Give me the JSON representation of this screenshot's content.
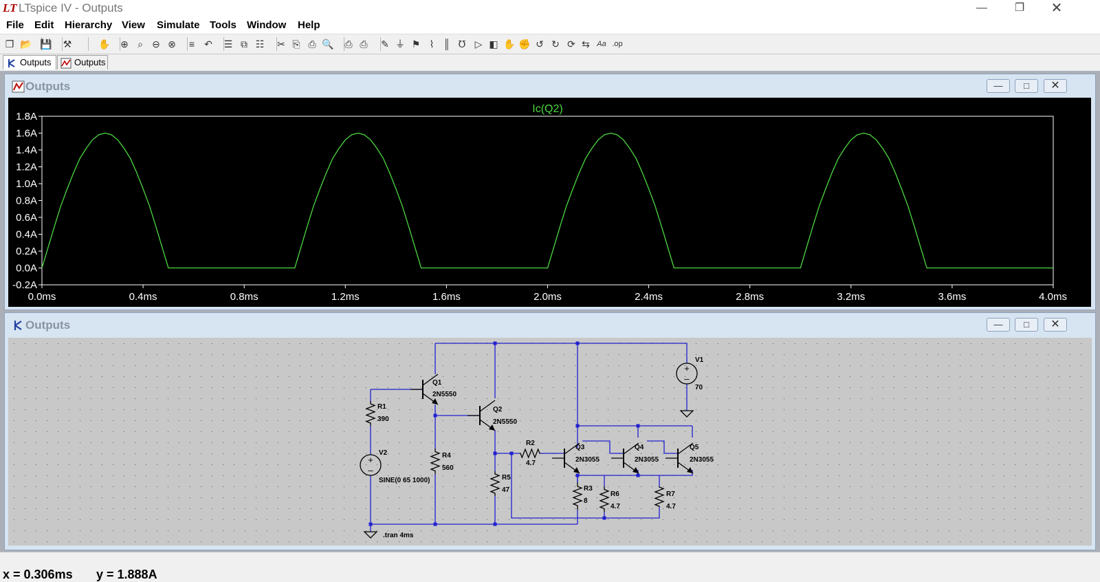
{
  "window": {
    "title": "LTspice IV - Outputs",
    "logo": "LT"
  },
  "menu": [
    "File",
    "Edit",
    "Hierarchy",
    "View",
    "Simulate",
    "Tools",
    "Window",
    "Help"
  ],
  "toolbar_icons": [
    "new-schematic-icon",
    "open-icon",
    "save-icon",
    "control-panel-icon",
    "pan-icon",
    "zoom-in-icon",
    "zoom-area-icon",
    "zoom-out-icon",
    "zoom-cancel-icon",
    "autorange-icon",
    "zoom-back-icon",
    "tile-horizontal-icon",
    "cascade-icon",
    "tile-vertical-icon",
    "cut-icon",
    "copy-icon",
    "paste-icon",
    "find-icon",
    "print-setup-icon",
    "print-icon",
    "draw-wire-icon",
    "ground-icon",
    "label-net-icon",
    "resistor-icon",
    "capacitor-icon",
    "inductor-icon",
    "diode-icon",
    "component-icon",
    "move-icon",
    "drag-icon",
    "undo-icon",
    "redo-icon",
    "rotate-icon",
    "mirror-icon",
    "text-icon",
    "spice-directive-icon"
  ],
  "tabs": [
    {
      "label": "Outputs",
      "icon": "schematic-icon"
    },
    {
      "label": "Outputs",
      "icon": "waveform-icon"
    }
  ],
  "waveform_window": {
    "title": "Outputs",
    "trace_name": "Ic(Q2)"
  },
  "schematic_window": {
    "title": "Outputs"
  },
  "chart_data": {
    "type": "line",
    "title": "Ic(Q2)",
    "xlabel": "",
    "ylabel": "",
    "xlim": [
      0,
      4.0
    ],
    "ylim": [
      -0.2,
      1.8
    ],
    "x_unit": "ms",
    "y_unit": "A",
    "x_ticks": [
      "0.0ms",
      "0.4ms",
      "0.8ms",
      "1.2ms",
      "1.6ms",
      "2.0ms",
      "2.4ms",
      "2.8ms",
      "3.2ms",
      "3.6ms",
      "4.0ms"
    ],
    "y_ticks": [
      "1.8A",
      "1.6A",
      "1.4A",
      "1.2A",
      "1.0A",
      "0.8A",
      "0.6A",
      "0.4A",
      "0.2A",
      "0.0A",
      "-0.2A"
    ],
    "series": [
      {
        "name": "Ic(Q2)",
        "color": "#4cd940",
        "x": [
          0.0,
          0.025,
          0.05,
          0.075,
          0.1,
          0.125,
          0.15,
          0.175,
          0.2,
          0.225,
          0.25,
          0.275,
          0.3,
          0.325,
          0.35,
          0.375,
          0.4,
          0.425,
          0.45,
          0.475,
          0.5,
          0.75,
          1.0,
          1.025,
          1.05,
          1.075,
          1.1,
          1.125,
          1.15,
          1.175,
          1.2,
          1.225,
          1.25,
          1.275,
          1.3,
          1.325,
          1.35,
          1.375,
          1.4,
          1.425,
          1.45,
          1.475,
          1.5,
          1.75,
          2.0,
          2.025,
          2.05,
          2.075,
          2.1,
          2.125,
          2.15,
          2.175,
          2.2,
          2.225,
          2.25,
          2.275,
          2.3,
          2.325,
          2.35,
          2.375,
          2.4,
          2.425,
          2.45,
          2.475,
          2.5,
          2.75,
          3.0,
          3.025,
          3.05,
          3.075,
          3.1,
          3.125,
          3.15,
          3.175,
          3.2,
          3.225,
          3.25,
          3.275,
          3.3,
          3.325,
          3.35,
          3.375,
          3.4,
          3.425,
          3.45,
          3.475,
          3.5,
          3.75,
          4.0
        ],
        "y": [
          0.0,
          0.25,
          0.5,
          0.74,
          0.94,
          1.13,
          1.3,
          1.42,
          1.52,
          1.58,
          1.6,
          1.58,
          1.52,
          1.42,
          1.3,
          1.13,
          0.94,
          0.74,
          0.5,
          0.25,
          0.0,
          0.0,
          0.0,
          0.25,
          0.5,
          0.74,
          0.94,
          1.13,
          1.3,
          1.42,
          1.52,
          1.58,
          1.6,
          1.58,
          1.52,
          1.42,
          1.3,
          1.13,
          0.94,
          0.74,
          0.5,
          0.25,
          0.0,
          0.0,
          0.0,
          0.25,
          0.5,
          0.74,
          0.94,
          1.13,
          1.3,
          1.42,
          1.52,
          1.58,
          1.6,
          1.58,
          1.52,
          1.42,
          1.3,
          1.13,
          0.94,
          0.74,
          0.5,
          0.25,
          0.0,
          0.0,
          0.0,
          0.25,
          0.5,
          0.74,
          0.94,
          1.13,
          1.3,
          1.42,
          1.52,
          1.58,
          1.6,
          1.58,
          1.52,
          1.42,
          1.3,
          1.13,
          0.94,
          0.74,
          0.5,
          0.25,
          0.0,
          0.0,
          0.0
        ]
      }
    ],
    "grid": false,
    "background": "#000000",
    "axis_color": "#ffffff"
  },
  "schematic": {
    "components": [
      {
        "ref": "Q1",
        "value": "2N5550"
      },
      {
        "ref": "Q2",
        "value": "2N5550"
      },
      {
        "ref": "Q3",
        "value": "2N3055"
      },
      {
        "ref": "Q4",
        "value": "2N3055"
      },
      {
        "ref": "Q5",
        "value": "2N3055"
      },
      {
        "ref": "R1",
        "value": "390"
      },
      {
        "ref": "R2",
        "value": "4.7"
      },
      {
        "ref": "R3",
        "value": "8"
      },
      {
        "ref": "R4",
        "value": "560"
      },
      {
        "ref": "R5",
        "value": "47"
      },
      {
        "ref": "R6",
        "value": "4.7"
      },
      {
        "ref": "R7",
        "value": "4.7"
      },
      {
        "ref": "V1",
        "value": "70"
      },
      {
        "ref": "V2",
        "value": "SINE(0 65 1000)"
      }
    ],
    "directive": ".tran 4ms",
    "wire_color": "#2020d0",
    "background": "#c8c8c8"
  },
  "status": {
    "x_readout": "x = 0.306ms",
    "y_readout": "y = 1.888A"
  }
}
